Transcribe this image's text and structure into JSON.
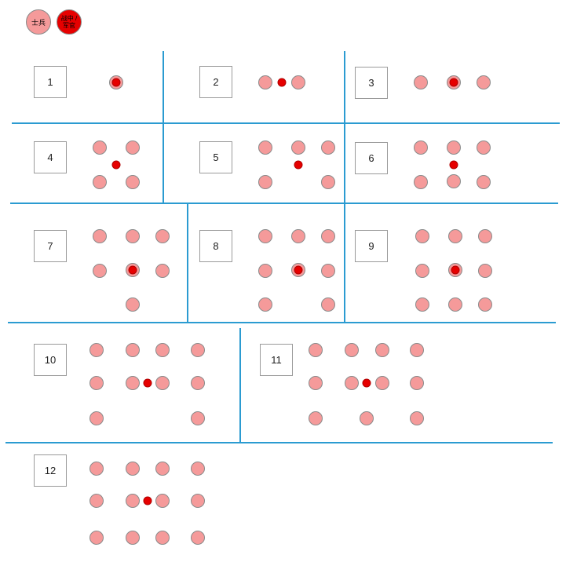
{
  "legend": {
    "soldier_label": "士兵",
    "leader_label": "战中 / 军官",
    "soldier_color": "#f59a9a",
    "leader_color": "#e60000"
  },
  "line_color": "#2b9bd1",
  "panels": [
    {
      "label": "1"
    },
    {
      "label": "2"
    },
    {
      "label": "3"
    },
    {
      "label": "4"
    },
    {
      "label": "5"
    },
    {
      "label": "6"
    },
    {
      "label": "7"
    },
    {
      "label": "8"
    },
    {
      "label": "9"
    },
    {
      "label": "10"
    },
    {
      "label": "11"
    },
    {
      "label": "12"
    }
  ]
}
